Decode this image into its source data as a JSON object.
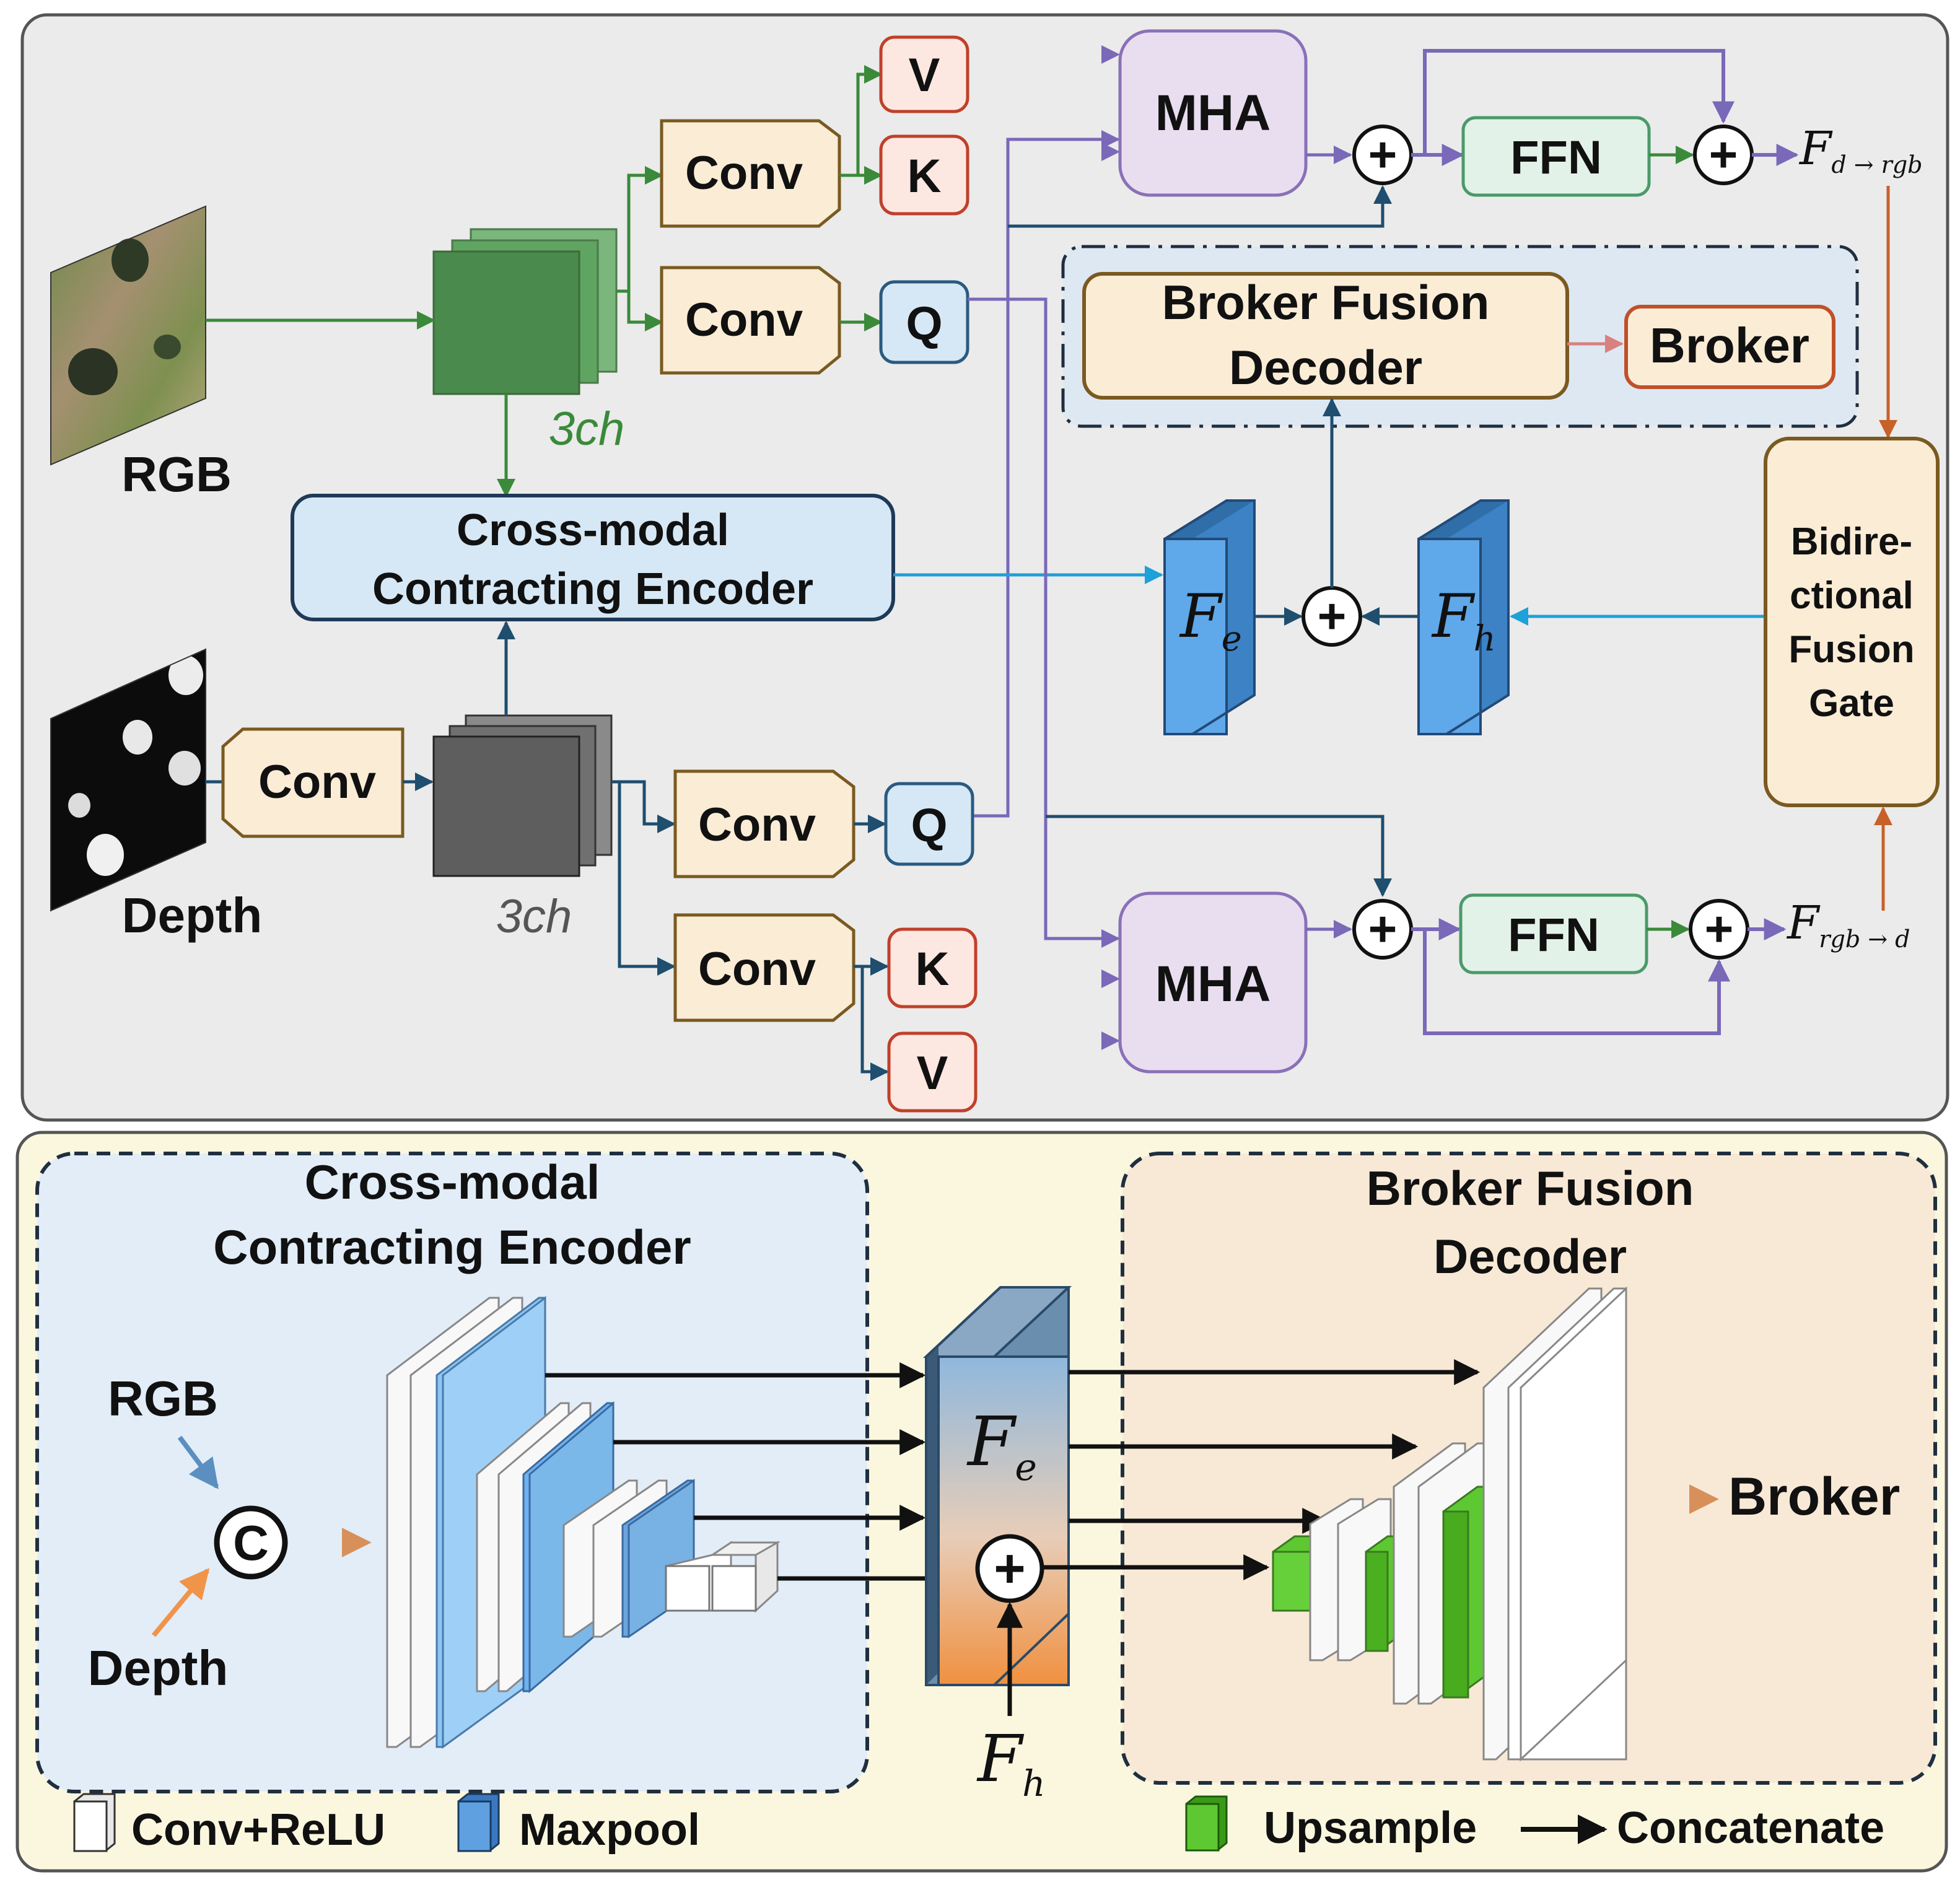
{
  "top_panel": {
    "rgb": {
      "label": "RGB",
      "channels": "3ch",
      "conv_k": "Conv",
      "conv_q": "Conv",
      "v": "V",
      "k": "K",
      "q": "Q",
      "mha": "MHA",
      "ffn": "FFN",
      "output": "F",
      "output_sub": "d → rgb"
    },
    "depth": {
      "label": "Depth",
      "channels": "3ch",
      "conv_in": "Conv",
      "conv_q": "Conv",
      "conv_k": "Conv",
      "q": "Q",
      "k": "K",
      "v": "V",
      "mha": "MHA",
      "ffn": "FFN",
      "output": "F",
      "output_sub": "rgb → d"
    },
    "encoder": {
      "line1": "Cross-modal",
      "line2": "Contracting Encoder"
    },
    "decoder": {
      "line1": "Broker Fusion",
      "line2": "Decoder"
    },
    "broker": "Broker",
    "gate": {
      "line1": "Bidire-",
      "line2": "ctional",
      "line3": "Fusion",
      "line4": "Gate"
    },
    "fe": "F",
    "fe_sub": "e",
    "fh": "F",
    "fh_sub": "h",
    "plus": "+"
  },
  "bottom_panel": {
    "encoder_title": {
      "line1": "Cross-modal",
      "line2": "Contracting Encoder"
    },
    "decoder_title": {
      "line1": "Broker Fusion",
      "line2": "Decoder"
    },
    "rgb": "RGB",
    "depth": "Depth",
    "concat_symbol": "C",
    "fe": "F",
    "fe_sub": "e",
    "fh": "F",
    "fh_sub": "h",
    "broker": "Broker",
    "plus": "+"
  },
  "legend": {
    "conv_relu": "Conv+ReLU",
    "maxpool": "Maxpool",
    "upsample": "Upsample",
    "concatenate": "Concatenate"
  },
  "colors": {
    "green_arrow": "#3a8a3a",
    "depth_arrow": "#1f4e6e",
    "purple_arrow": "#7a68b8",
    "orange_arrow": "#c8602a",
    "cyan_arrow": "#1ea0d8",
    "conv_fill": "#fbecd6",
    "conv_stroke": "#7a5a20",
    "v_k_fill": "#fde7e1",
    "v_k_stroke": "#c0402a",
    "q_fill": "#d6e8f5",
    "q_stroke": "#2a5a80",
    "mha_fill": "#e9def0",
    "mha_stroke": "#8a70b8",
    "ffn_fill": "#e3f2e8",
    "ffn_stroke": "#4a9a6a",
    "encoder_fill": "#d6e8f5",
    "maxpool_blue": "#6fb2ee",
    "upsample_green": "#5ec832"
  }
}
